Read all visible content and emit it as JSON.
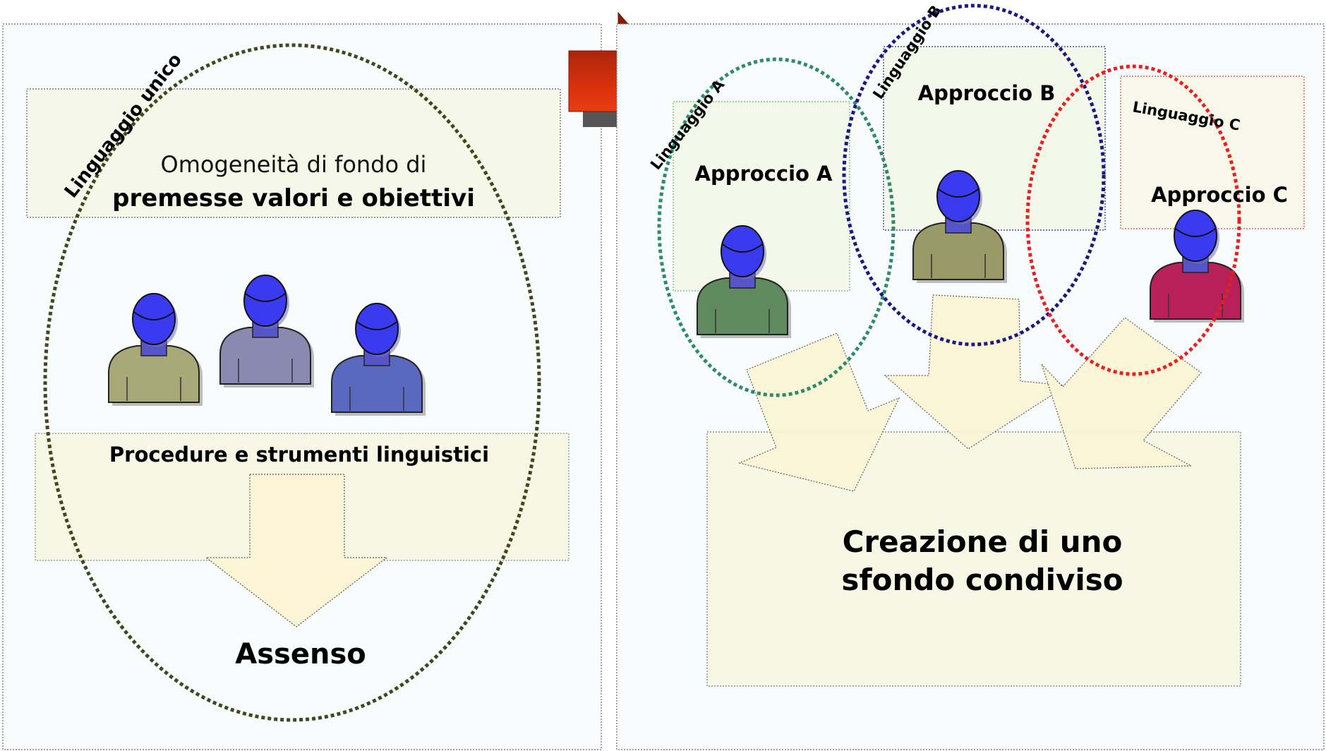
{
  "left_panel": {
    "language_label": "Linguaggio unico",
    "premise_line1": "Omogeneità di fondo di",
    "premise_line2": "premesse valori e obiettivi",
    "procedures_label": "Procedure e strumenti linguistici",
    "outcome_label": "Assenso",
    "people_colors": [
      "#a8a878",
      "#8a8ab0",
      "#5a68c0"
    ]
  },
  "right_panel": {
    "groups": [
      {
        "language_label": "Linguaggio A",
        "approach_label": "Approccio A",
        "ring_color": "#2e8b6a",
        "person_color": "#5f8a5f"
      },
      {
        "language_label": "Linguaggio B",
        "approach_label": "Approccio B",
        "ring_color": "#1a1a80",
        "person_color": "#9a9a68"
      },
      {
        "language_label": "Linguaggio C",
        "approach_label": "Approccio C",
        "ring_color": "#e82020",
        "person_color": "#b8205a"
      }
    ],
    "result_line1": "Creazione di uno",
    "result_line2": "sfondo condiviso"
  },
  "colors": {
    "panel_bg": "#f8fcfc",
    "box_bg": "#f7f7e8",
    "arrow_fill": "#fbf5d6",
    "transition_arrow": "#e23a18",
    "person_head": "#3a3af0",
    "unico_ring": "#45451e"
  }
}
